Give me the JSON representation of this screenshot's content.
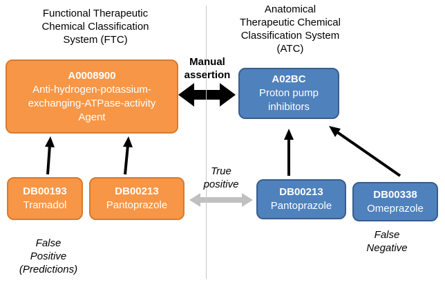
{
  "headers": {
    "ftc": [
      "Functional Therapeutic",
      "Chemical Classification",
      "System (FTC)"
    ],
    "atc": [
      "Anatomical",
      "Therapeutic Chemical",
      "Classification System",
      "(ATC)"
    ]
  },
  "nodes": {
    "ftc_class": {
      "id": "A0008900",
      "lines": [
        "Anti-hydrogen-potassium-",
        "exchanging-ATPase-activity",
        "Agent"
      ]
    },
    "atc_class": {
      "id": "A02BC",
      "lines": [
        "Proton pump",
        "inhibitors"
      ]
    },
    "ftc_db00193": {
      "id": "DB00193",
      "name": "Tramadol"
    },
    "ftc_db00213": {
      "id": "DB00213",
      "name": "Pantoprazole"
    },
    "atc_db00213": {
      "id": "DB00213",
      "name": "Pantoprazole"
    },
    "atc_db00338": {
      "id": "DB00338",
      "name": "Omeprazole"
    }
  },
  "labels": {
    "manual_assertion": [
      "Manual",
      "assertion"
    ],
    "true_positive": [
      "True",
      "positive"
    ],
    "false_positive": [
      "False",
      "Positive",
      "(Predictions)"
    ],
    "false_negative": [
      "False",
      "Negative"
    ]
  },
  "colors": {
    "ftc_fill": "#f79646",
    "atc_fill": "#4f81bd",
    "arrow_black": "#000000",
    "arrow_gray": "#c0c0c0"
  }
}
